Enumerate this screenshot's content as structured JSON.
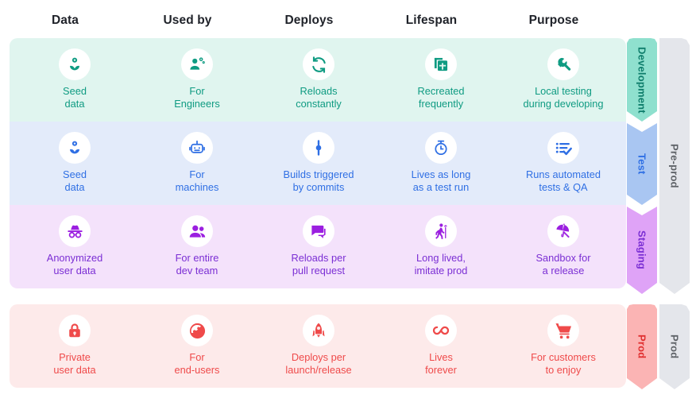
{
  "columns": [
    {
      "label": "Data"
    },
    {
      "label": "Used by"
    },
    {
      "label": "Deploys"
    },
    {
      "label": "Lifespan"
    },
    {
      "label": "Purpose"
    }
  ],
  "environments": [
    {
      "key": "development",
      "banner_label": "Development",
      "band_color": "#e0f5ef",
      "banner_color": "#8fe0ce",
      "accent_color": "#0f9b82",
      "cells": [
        {
          "icon": "seed-flower-icon",
          "label": "Seed\ndata"
        },
        {
          "icon": "engineer-icon",
          "label": "For\nEngineers"
        },
        {
          "icon": "refresh-loop-icon",
          "label": "Reloads\nconstantly"
        },
        {
          "icon": "add-copy-icon",
          "label": "Recreated\nfrequently"
        },
        {
          "icon": "wrench-icon",
          "label": "Local testing\nduring developing"
        }
      ]
    },
    {
      "key": "test",
      "banner_label": "Test",
      "band_color": "#e3ebfa",
      "banner_color": "#a9c6f2",
      "accent_color": "#2f6fe4",
      "cells": [
        {
          "icon": "seed-flower-icon",
          "label": "Seed\ndata"
        },
        {
          "icon": "robot-icon",
          "label": "For\nmachines"
        },
        {
          "icon": "commit-icon",
          "label": "Builds triggered\nby commits"
        },
        {
          "icon": "stopwatch-icon",
          "label": "Lives as long\nas a test run"
        },
        {
          "icon": "checklist-icon",
          "label": "Runs automated\ntests & QA"
        }
      ]
    },
    {
      "key": "staging",
      "banner_label": "Staging",
      "band_color": "#f4e2fb",
      "banner_color": "#dfa3f7",
      "accent_color": "#7b2fd4",
      "cells": [
        {
          "icon": "incognito-icon",
          "label": "Anonymized\nuser data"
        },
        {
          "icon": "people-group-icon",
          "label": "For entire\ndev team"
        },
        {
          "icon": "comment-bubbles-icon",
          "label": "Reloads per\npull request"
        },
        {
          "icon": "elderly-walking-icon",
          "label": "Long lived,\nimitate prod"
        },
        {
          "icon": "beach-umbrella-icon",
          "label": "Sandbox for\na release"
        }
      ]
    },
    {
      "key": "prod",
      "banner_label": "Prod",
      "band_color": "#fdeaea",
      "banner_color": "#fbb4b4",
      "accent_color": "#ef4a4a",
      "cells": [
        {
          "icon": "lock-icon",
          "label": "Private\nuser data"
        },
        {
          "icon": "globe-icon",
          "label": "For\nend-users"
        },
        {
          "icon": "rocket-icon",
          "label": "Deploys per\nlaunch/release"
        },
        {
          "icon": "infinity-icon",
          "label": "Lives\nforever"
        },
        {
          "icon": "shopping-cart-icon",
          "label": "For customers\nto enjoy"
        }
      ]
    }
  ],
  "groups": [
    {
      "key": "pre-prod",
      "label": "Pre-prod",
      "color": "#e4e6eb"
    },
    {
      "key": "prod",
      "label": "Prod",
      "color": "#e4e6eb"
    }
  ]
}
